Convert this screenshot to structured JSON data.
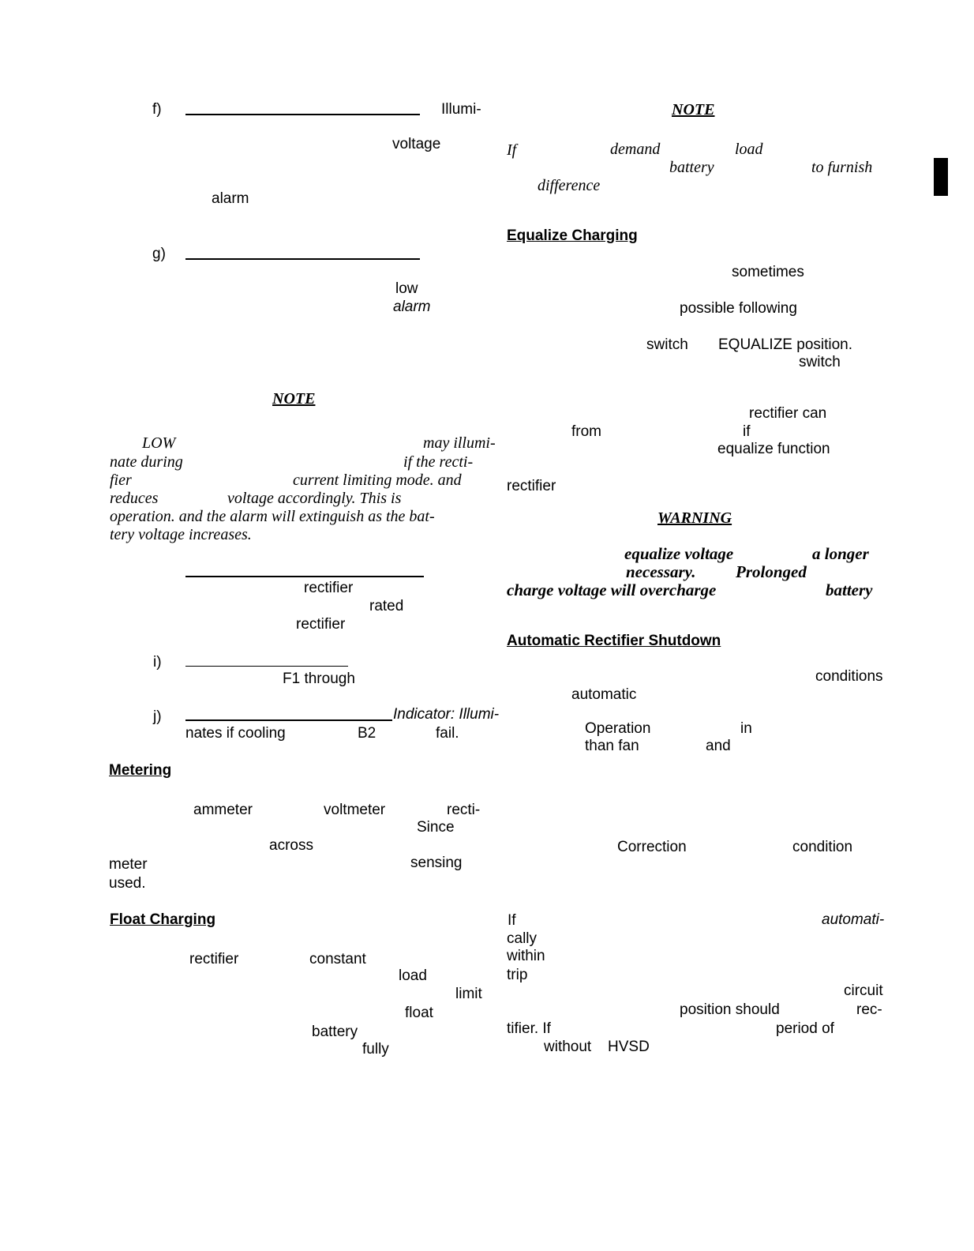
{
  "left": {
    "f_label": "f)",
    "f_text1": "Illumi-",
    "f_voltage": "voltage",
    "f_alarm": "alarm",
    "g_label": "g)",
    "g_low": "low",
    "g_alarm": "alarm",
    "note_heading": "NOTE",
    "note_lines": [
      {
        "a": "LOW",
        "b": "may illumi-"
      },
      {
        "a": "nate during",
        "b": "if the recti-"
      },
      {
        "a": "fier",
        "b": "current  limiting  mode.  and"
      },
      {
        "a": "reduces",
        "b": "voltage accordingly. This is"
      },
      {
        "a": "operation. and the alarm will extinguish as the bat-",
        "b": ""
      },
      {
        "a": "tery voltage increases.",
        "b": ""
      }
    ],
    "h_rectifier1": "rectifier",
    "h_rated": "rated",
    "h_rectifier2": "rectifier",
    "i_label": "i)",
    "i_text": "F1 through",
    "j_label": "j)",
    "j_indicator": "Indicator:  Illumi-",
    "j_nates": "nates if cooling",
    "j_b2": "B2",
    "j_fail": "fail.",
    "metering_heading": "Metering",
    "m_ammeter": "ammeter",
    "m_voltmeter": "voltmeter",
    "m_recti": "recti-",
    "m_since": "Since",
    "m_across": "across",
    "m_meter": "meter",
    "m_sensing": "sensing",
    "m_used": "used.",
    "float_heading": "Float Charging",
    "fc_rectifier": "rectifier",
    "fc_constant": "constant",
    "fc_load": "load",
    "fc_limit": "limit",
    "fc_float": "float",
    "fc_battery": "battery",
    "fc_fully": "fully"
  },
  "right": {
    "note_heading": "NOTE",
    "note_if": "If",
    "note_demand": "demand",
    "note_load": "load",
    "note_battery": "battery",
    "note_furnish": "to furnish",
    "note_difference": "difference",
    "equalize_heading": "Equalize Charging",
    "eq_sometimes": "sometimes",
    "eq_possible": "possible following",
    "eq_switch1": "switch",
    "eq_equalize_pos": "EQUALIZE  position.",
    "eq_switch2": "switch",
    "eq_rectifier_can": "rectifier can",
    "eq_from": "from",
    "eq_if": "if",
    "eq_function": "equalize function",
    "eq_rectifier": "rectifier",
    "warning_heading": "WARNING",
    "warn_equalize": "equalize voltage",
    "warn_a_longer": "a  longer",
    "warn_necessary": "necessary.",
    "warn_prolonged": "Prolonged",
    "warn_charge": "charge  voltage  will  overcharge",
    "warn_battery": "battery",
    "auto_heading": "Automatic Rectifier Shutdown",
    "as_conditions": "conditions",
    "as_automatic": "automatic",
    "as_operation": "Operation",
    "as_in": "in",
    "as_thanfan": "than fan",
    "as_and": "and",
    "as_correction": "Correction",
    "as_condition": "condition",
    "as_if": "If",
    "as_automati": "automati-",
    "as_cally": "cally",
    "as_within": "within",
    "as_trip": "trip",
    "as_circuit": "circuit",
    "as_position": "position should",
    "as_rec": "rec-",
    "as_tifier": "tifier.  If",
    "as_periodof": "period of",
    "as_without": "without",
    "as_hvsd": "HVSD"
  }
}
